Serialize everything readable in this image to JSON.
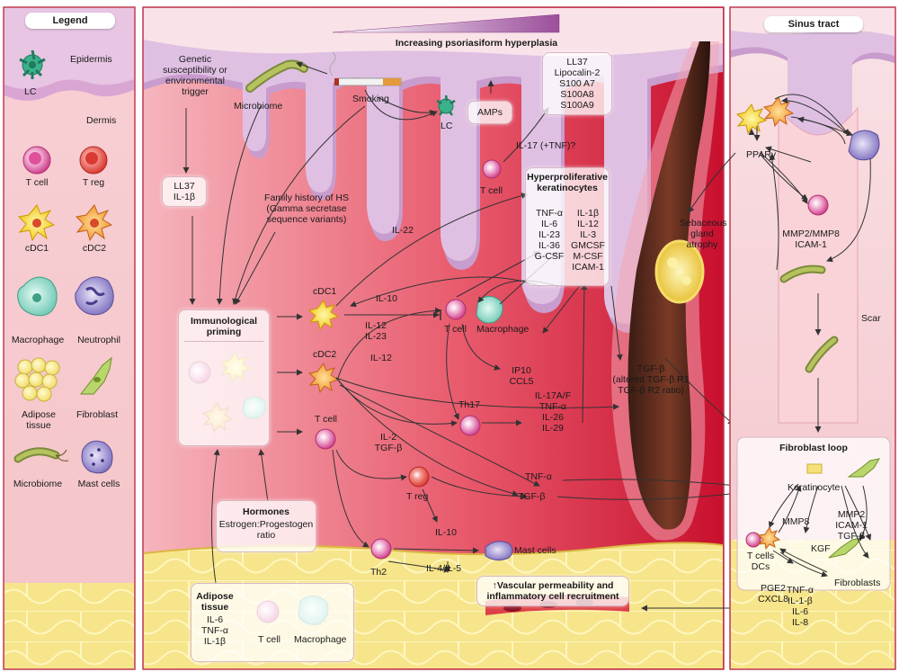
{
  "legend": {
    "title": "Legend",
    "epidermis": "Epidermis",
    "lc": "LC",
    "dermis": "Dermis",
    "items": [
      "T cell",
      "T reg",
      "cDC1",
      "cDC2",
      "Macrophage",
      "Neutrophil",
      "Adipose tissue",
      "Fibroblast",
      "Microbiome",
      "Mast cells"
    ]
  },
  "main": {
    "gradient_title": "Increasing psoriasiform hyperplasia",
    "genetic": "Genetic susceptibility or environmental trigger",
    "microbiome": "Microbiome",
    "smoking": "Smoking",
    "lc": "LC",
    "amps": "AMPs",
    "amp_list": "LL37\nLipocalin-2\nS100 A7\nS100A8\nS100A9",
    "ll37_il1b": "LL37\nIL-1β",
    "family_history": "Family history of HS\n(Gamma secretase\nsequence variants)",
    "il17_tnf": "IL-17 (+TNF)?",
    "t_cell_top": "T cell",
    "hyper_title": "Hyperproliferative keratinocytes",
    "hyper_left": "TNF-α\nIL-6\nIL-23\nIL-36\nG-CSF",
    "hyper_right": "IL-1β\nIL-12\nIL-3\nGMCSF\nM-CSF\nICAM-1",
    "il22": "IL-22",
    "sebaceous": "Sebaceous\ngland atrophy",
    "immuno_title": "Immunological priming",
    "cdc1": "cDC1",
    "cdc2": "cDC2",
    "t_cell_left": "T cell",
    "il10_top": "IL-10",
    "il12_il23": "IL-12\nIL-23",
    "il12": "IL-12",
    "t_cell_mid": "T cell",
    "macrophage_mid": "Macrophage",
    "ip10": "IP10\nCCL5",
    "th17": "Th17",
    "il17_list": "IL-17A/F\nTNF-α\nIL-26\nIL-29",
    "tgfb_altered": "TGF-β\n(altered TGF-β R1\nTGF-β R2 ratio)",
    "il2_tgfb": "IL-2\nTGF-β",
    "tnfa": "TNF-α",
    "tgfb": "TGF-β",
    "treg": "T reg",
    "il10_bottom": "IL-10",
    "th2": "Th2",
    "il4_il5": "IL-4/IL-5",
    "mast_cells": "Mast cells",
    "hormones_title": "Hormones",
    "hormones_text": "Estrogen:Progestogen\nratio",
    "adipose_title": "Adipose\ntissue",
    "adipose_list": "IL-6\nTNF-α\nIL-1β",
    "t_cell_bottom": "T cell",
    "macrophage_bottom": "Macrophage",
    "vascular": "↑Vascular permeability and\ninflammatory cell recruitment"
  },
  "sinus": {
    "title": "Sinus tract",
    "ppar": "PPARγ",
    "mmp": "MMP2/MMP8\nICAM-1",
    "scar": "Scar",
    "fib_title": "Fibroblast loop",
    "keratinocyte": "Keratinocyte",
    "mmp8": "MMP8",
    "mmp2_list": "MMP2\nICAM-1\nTGF-β",
    "kgf": "KGF",
    "tcells_dcs": "T cells\nDCs",
    "fibroblasts": "Fibroblasts",
    "pge2": "PGE2\nCXCL8",
    "fib_cytokines": "TNF-α\nIL-1-β\nIL-6\nIL-8"
  },
  "colors": {
    "dermis": "#e06a7a",
    "epidermis": "#c58bc0",
    "adipose": "#f2e18a",
    "panel_border": "#c03a50"
  }
}
